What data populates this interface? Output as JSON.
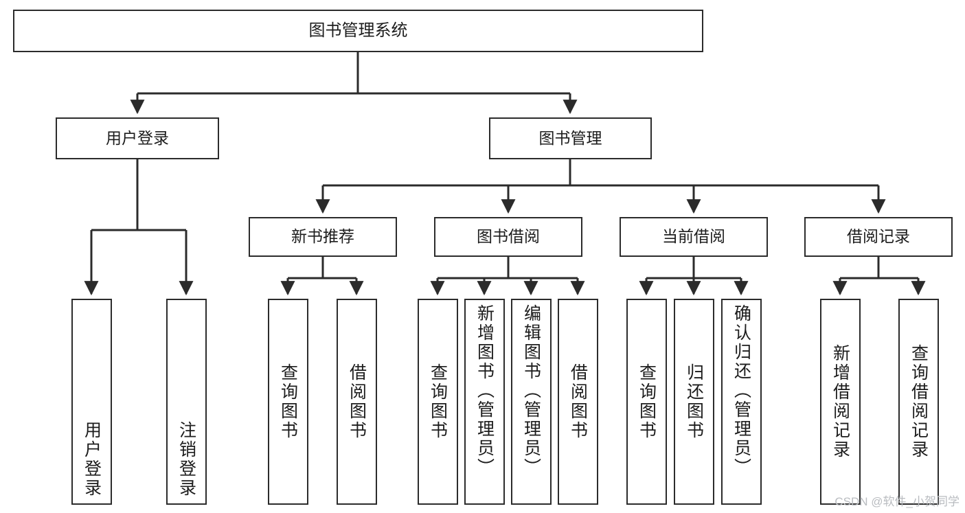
{
  "diagram": {
    "title": "图书管理系统",
    "type": "functional-structure-tree",
    "watermark": "CSDN @软件_小贺同学",
    "colors": {
      "box_border": "#2b2b2b",
      "box_fill": "#ffffff",
      "edge": "#2b2b2b",
      "text": "#1c1c1c",
      "watermark": "#b9bcc0",
      "background": "#ffffff"
    },
    "levels": {
      "root": "图书管理系统",
      "level2": [
        "用户登录",
        "图书管理"
      ],
      "level3": [
        "新书推荐",
        "图书借阅",
        "当前借阅",
        "借阅记录"
      ]
    },
    "nodes": {
      "root": {
        "label": "图书管理系统"
      },
      "user_login": {
        "label": "用户登录"
      },
      "book_manage": {
        "label": "图书管理"
      },
      "new_book_rec": {
        "label": "新书推荐"
      },
      "book_borrow": {
        "label": "图书借阅"
      },
      "current_borrow": {
        "label": "当前借阅"
      },
      "borrow_record": {
        "label": "借阅记录"
      },
      "leaf_user_login": {
        "label": "用户登录"
      },
      "leaf_user_logout": {
        "label": "注销登录"
      },
      "leaf_query_book_1": {
        "label": "查询图书"
      },
      "leaf_borrow_book_1": {
        "label": "借阅图书"
      },
      "leaf_query_book_2": {
        "label": "查询图书"
      },
      "leaf_add_book": {
        "label": "新增图书（管理员）"
      },
      "leaf_edit_book": {
        "label": "编辑图书（管理员）"
      },
      "leaf_borrow_book_2": {
        "label": "借阅图书"
      },
      "leaf_query_book_3": {
        "label": "查询图书"
      },
      "leaf_return_book": {
        "label": "归还图书"
      },
      "leaf_confirm_return": {
        "label": "确认归还（管理员）"
      },
      "leaf_add_record": {
        "label": "新增借阅记录"
      },
      "leaf_query_record": {
        "label": "查询借阅记录"
      }
    },
    "edges": [
      {
        "from": "root",
        "to": "用户登录"
      },
      {
        "from": "root",
        "to": "图书管理"
      },
      {
        "from": "用户登录",
        "to": "用户登录"
      },
      {
        "from": "用户登录",
        "to": "注销登录"
      },
      {
        "from": "图书管理",
        "to": "新书推荐"
      },
      {
        "from": "图书管理",
        "to": "图书借阅"
      },
      {
        "from": "图书管理",
        "to": "当前借阅"
      },
      {
        "from": "图书管理",
        "to": "借阅记录"
      },
      {
        "from": "新书推荐",
        "to": "查询图书"
      },
      {
        "from": "新书推荐",
        "to": "借阅图书"
      },
      {
        "from": "图书借阅",
        "to": "查询图书"
      },
      {
        "from": "图书借阅",
        "to": "新增图书（管理员）"
      },
      {
        "from": "图书借阅",
        "to": "编辑图书（管理员）"
      },
      {
        "from": "图书借阅",
        "to": "借阅图书"
      },
      {
        "from": "当前借阅",
        "to": "查询图书"
      },
      {
        "from": "当前借阅",
        "to": "归还图书"
      },
      {
        "from": "当前借阅",
        "to": "确认归还（管理员）"
      },
      {
        "from": "借阅记录",
        "to": "新增借阅记录"
      },
      {
        "from": "借阅记录",
        "to": "查询借阅记录"
      }
    ]
  }
}
